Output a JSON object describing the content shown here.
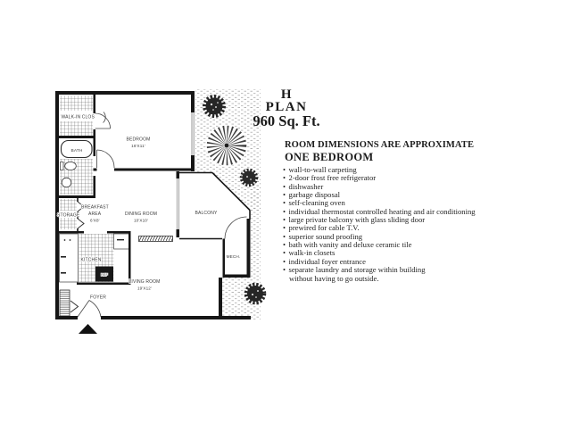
{
  "title": {
    "letter": "H",
    "word": "PLAN",
    "sqft": "960 Sq. Ft."
  },
  "heading": {
    "dimensions_note": "ROOM DIMENSIONS ARE APPROXIMATE",
    "plan_type": "ONE BEDROOM"
  },
  "features": [
    "wall-to-wall carpeting",
    "2-door frost free refrigerator",
    "dishwasher",
    "garbage disposal",
    "self-cleaning oven",
    "individual thermostat controlled heating and air conditioning",
    "large private balcony with glass sliding door",
    "prewired for cable T.V.",
    "superior sound proofing",
    "bath with vanity and deluxe ceramic tile",
    "walk-in closets",
    "individual foyer entrance",
    "separate laundry and storage within building"
  ],
  "features_continuation": "without having to go outside.",
  "floorplan": {
    "rooms": {
      "walk_in_closet": "WALK-IN CLOS",
      "bath": "BATH",
      "storage": "STORAGE",
      "breakfast_1": "BREAKFAST",
      "breakfast_2": "AREA",
      "breakfast_dim": "6'X8'",
      "kitchen": "KITCHEN",
      "foyer": "FOYER",
      "bedroom": "BEDROOM",
      "bedroom_dim": "16'X11'",
      "dining": "DINING ROOM",
      "dining_dim": "10'X10'",
      "balcony": "BALCONY",
      "mech": "MECH.",
      "living": "LIVING ROOM",
      "living_dim": "19'X12'"
    },
    "fixtures": {
      "ref": "REF"
    },
    "colors": {
      "wall": "#161616",
      "label": "#3b3b3b",
      "grass": "#9a9a9a"
    }
  }
}
